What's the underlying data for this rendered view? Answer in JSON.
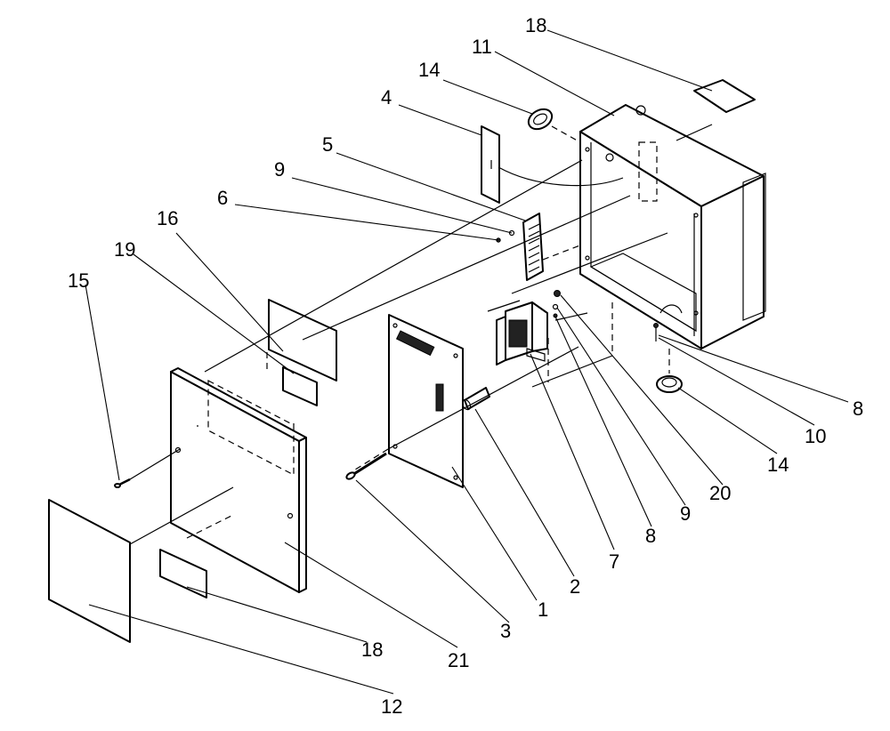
{
  "diagram": {
    "callouts": {
      "c18a": "18",
      "c11": "11",
      "c14a": "14",
      "c4": "4",
      "c5": "5",
      "c9a": "9",
      "c6": "6",
      "c16": "16",
      "c19": "19",
      "c15": "15",
      "c8a": "8",
      "c10": "10",
      "c14b": "14",
      "c20": "20",
      "c9b": "9",
      "c8b": "8",
      "c7": "7",
      "c2": "2",
      "c1": "1",
      "c3": "3",
      "c21": "21",
      "c18b": "18",
      "c12": "12"
    }
  }
}
